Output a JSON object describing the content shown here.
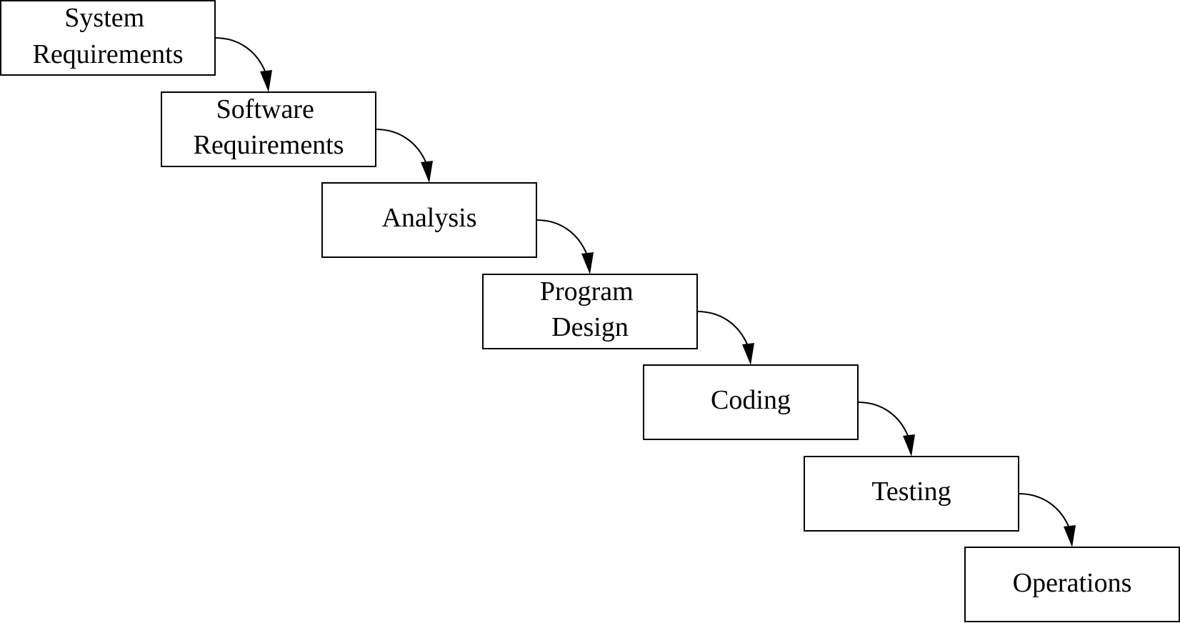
{
  "diagram": {
    "type": "waterfall",
    "stages": [
      {
        "lines": [
          "System",
          "Requirements"
        ]
      },
      {
        "lines": [
          "Software",
          "Requirements"
        ]
      },
      {
        "lines": [
          "Analysis"
        ]
      },
      {
        "lines": [
          "Program",
          "Design"
        ]
      },
      {
        "lines": [
          "Coding"
        ]
      },
      {
        "lines": [
          "Testing"
        ]
      },
      {
        "lines": [
          "Operations"
        ]
      }
    ],
    "colors": {
      "line": "#000000",
      "fill": "#ffffff",
      "text": "#000000"
    }
  }
}
